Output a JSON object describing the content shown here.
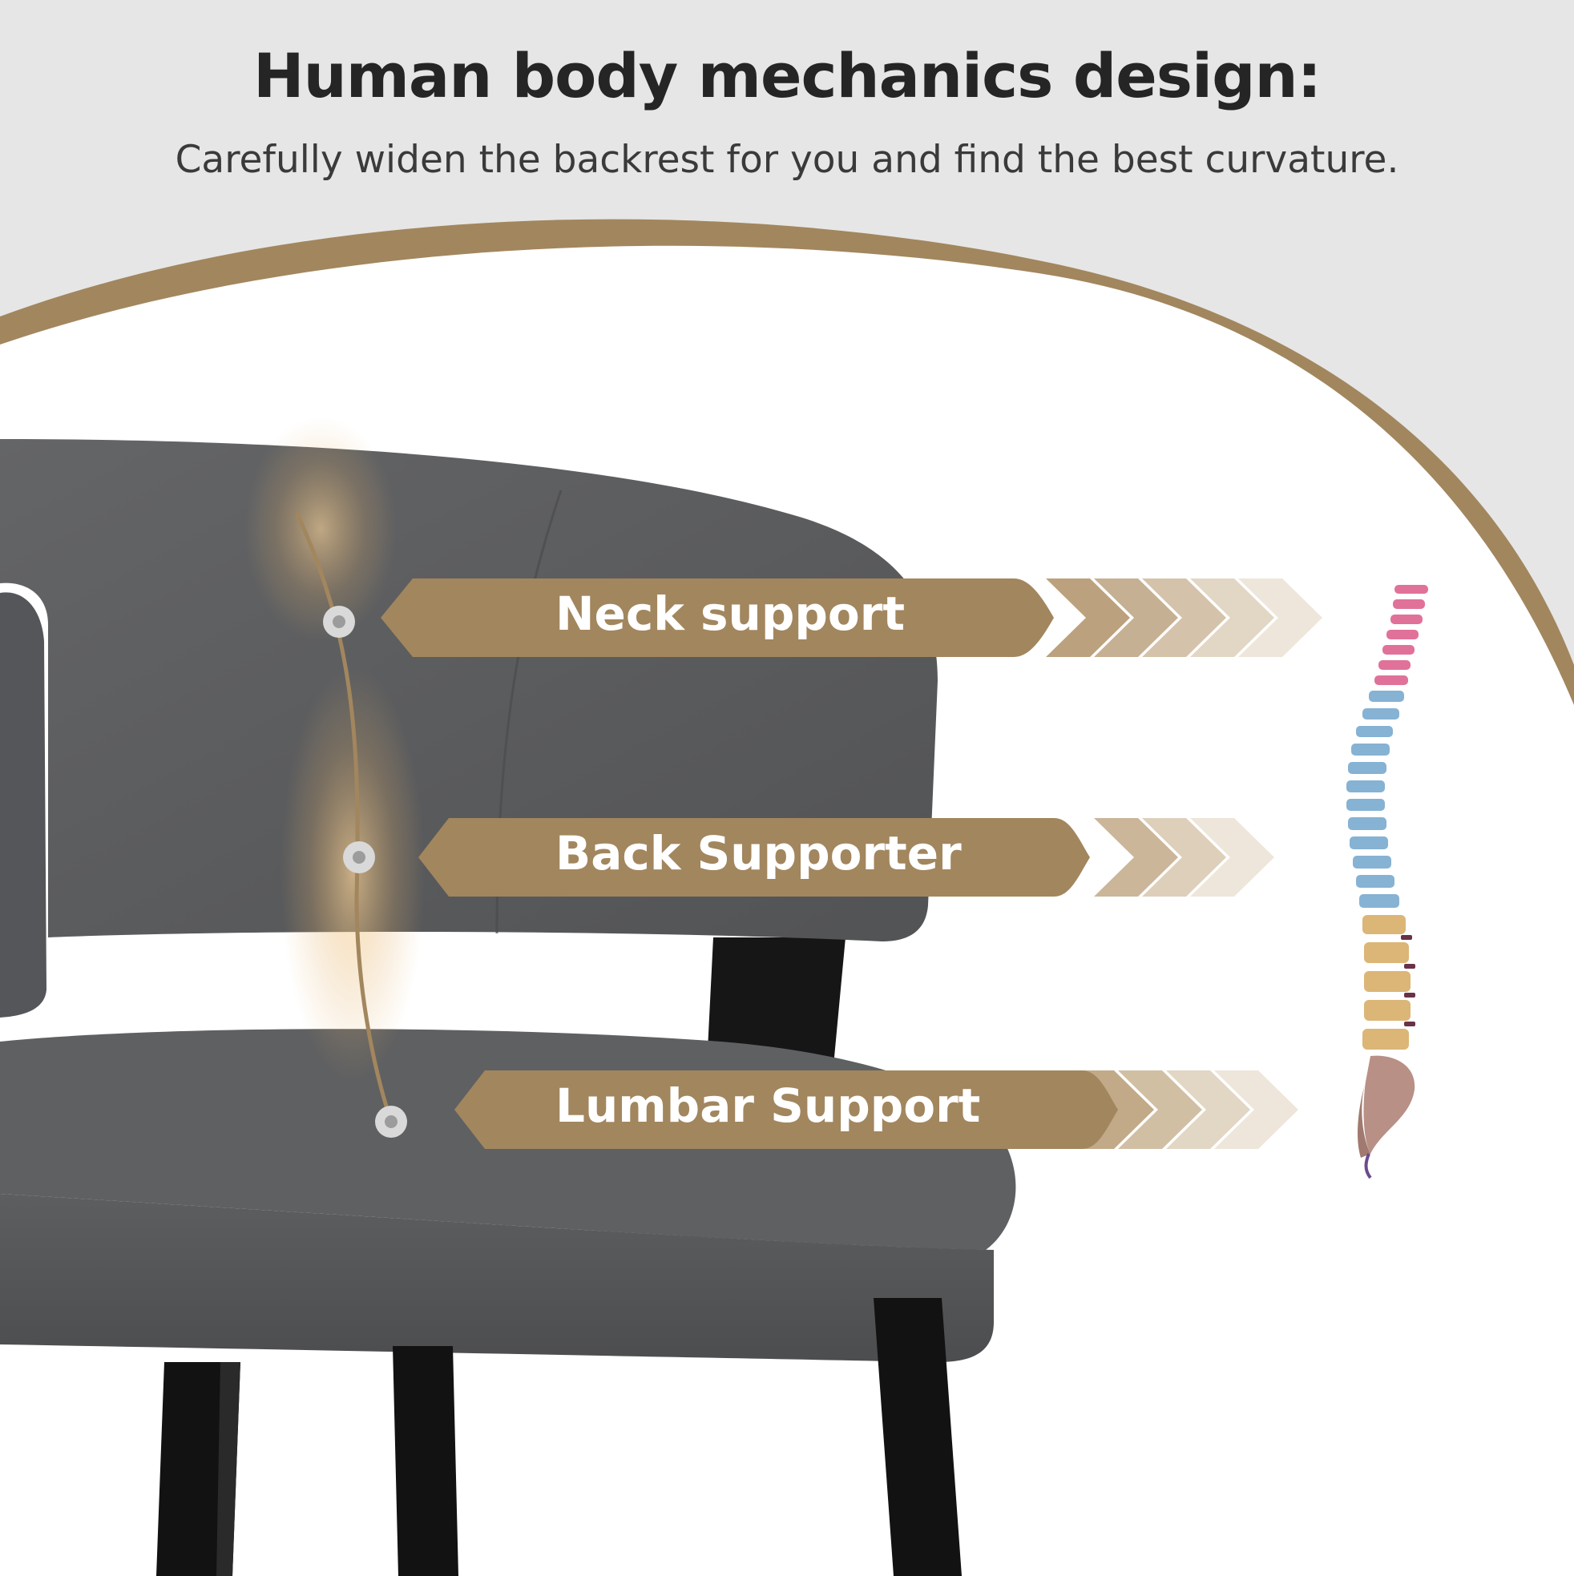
{
  "header": {
    "title": "Human body mechanics design:",
    "subtitle": "Carefully widen the backrest for you and find the best curvature."
  },
  "callouts": [
    {
      "label": "Neck support"
    },
    {
      "label": "Back Supporter"
    },
    {
      "label": "Lumbar Support"
    }
  ],
  "colors": {
    "background_top": "#e6e6e6",
    "panel": "#ffffff",
    "accent_gold": "#a2865e",
    "chair_fabric": "#5b5c5e",
    "chair_legs": "#121212",
    "spine_cervical": "#e0729a",
    "spine_thoracic": "#86b2d4",
    "spine_lumbar": "#dcb677",
    "spine_sacrum": "#b89086"
  },
  "icons": [
    "spine-illustration",
    "chair-illustration",
    "marker-dot-icon"
  ]
}
